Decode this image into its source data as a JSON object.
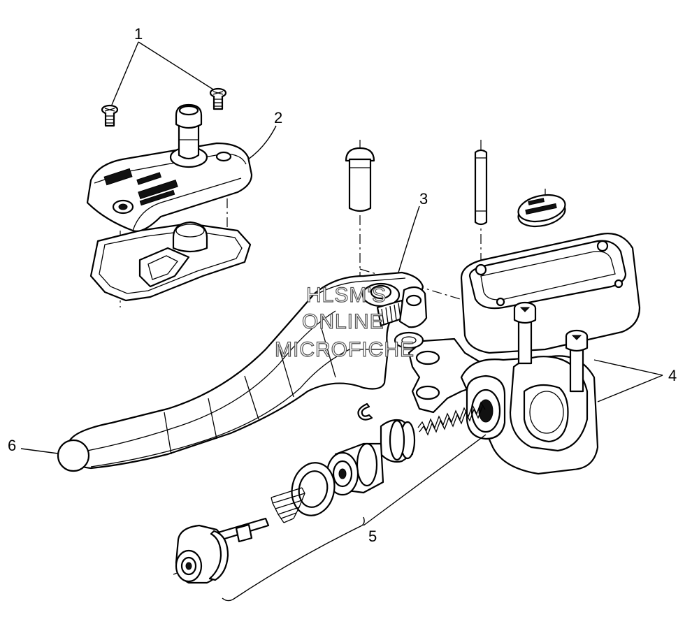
{
  "callouts": [
    {
      "id": "1",
      "label": "1"
    },
    {
      "id": "2",
      "label": "2"
    },
    {
      "id": "3",
      "label": "3"
    },
    {
      "id": "4",
      "label": "4"
    },
    {
      "id": "5",
      "label": "5"
    },
    {
      "id": "6",
      "label": "6"
    }
  ],
  "watermark": {
    "line1": "HLSM'S",
    "line2": "ONLINE",
    "line3": "MICROFICHE"
  }
}
